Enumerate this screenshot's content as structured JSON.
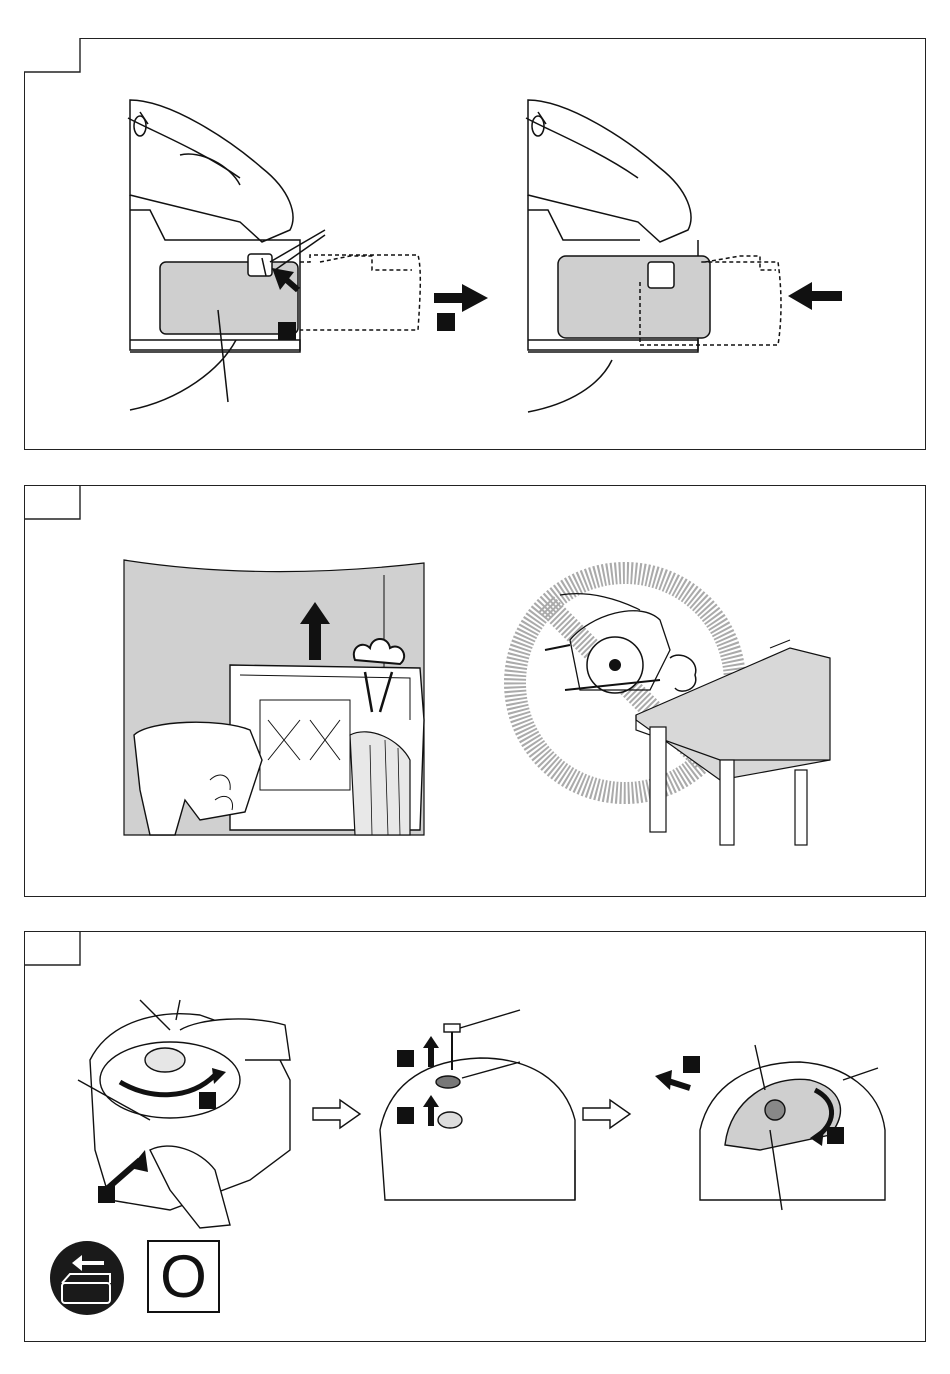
{
  "page": {
    "background": "#ffffff",
    "ink": "#111111",
    "shade": "#d0d0d0"
  },
  "panels": [
    {
      "id": "battery-install",
      "figures": [
        "battery-insert-figure",
        "battery-locked-figure"
      ]
    },
    {
      "id": "blade-guard-cleaning",
      "figures": [
        "blow-dust-figure",
        "prohibited-use-figure"
      ]
    },
    {
      "id": "blade-removal",
      "figures": [
        "loosen-bolt-figure",
        "remove-flange-figure",
        "remove-blade-figure"
      ]
    }
  ],
  "icons": {
    "remove_battery": "remove-battery-icon",
    "prohibited": "prohibited-icon",
    "arrow": "arrow-icon"
  },
  "labels": {
    "o_symbol": "O"
  }
}
